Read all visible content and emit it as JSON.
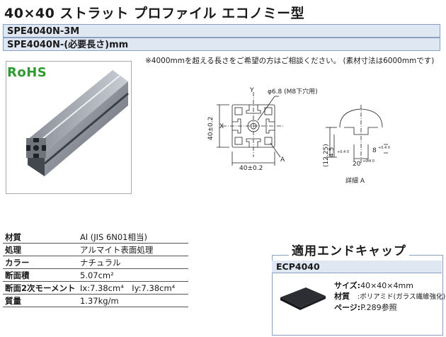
{
  "header": {
    "title": "40×40 ストラット プロファイル エコノミー型",
    "model_1": "SPE4040N-3M",
    "model_2": "SPE4040N-(必要長さ)mm"
  },
  "note": "※4000mmを超える長さをご希望の方はご相談ください。 (素材寸法は6000mmです)",
  "rohs": "RoHS",
  "drawing": {
    "y_axis": "Y",
    "x_axis": "X",
    "hole_label": "φ6.8 (M8下穴用)",
    "height_dim": "40±0.2",
    "width_dim": "40±0.2",
    "detail_marker": "A",
    "detail_caption": "詳細 A",
    "detail_dims": {
      "d1": "(12.25)",
      "d2": "4.5",
      "d2_tol": "+0.4 0",
      "d3": "8",
      "d3_tol": "+0.4 0",
      "d4": "20",
      "d4_tol": "+0.4 0"
    }
  },
  "specs": [
    {
      "label": "材質",
      "value": "Al (JIS 6N01相当)"
    },
    {
      "label": "処理",
      "value": "アルマイト表面処理"
    },
    {
      "label": "カラー",
      "value": "ナチュラル"
    },
    {
      "label": "断面積",
      "value": "5.07cm²"
    },
    {
      "label": "断面2次モーメント",
      "value": "Ix:7.38cm⁴　Iy:7.38cm⁴"
    },
    {
      "label": "質量",
      "value": "1.37kg/m"
    }
  ],
  "endcap": {
    "title": "適用エンドキャップ",
    "model": "ECP4040",
    "size_label": "サイズ:",
    "size_value": "40×40×4mm",
    "material_label": "材質",
    "material_value": ":ポリアミド(ガラス繊維強化)",
    "page_label": "ページ:",
    "page_value": "P.289参照"
  },
  "colors": {
    "accent_bar": "#dfe7f2",
    "rohs_green": "#2f9a2f",
    "profile_gray": "#8a8f99"
  }
}
